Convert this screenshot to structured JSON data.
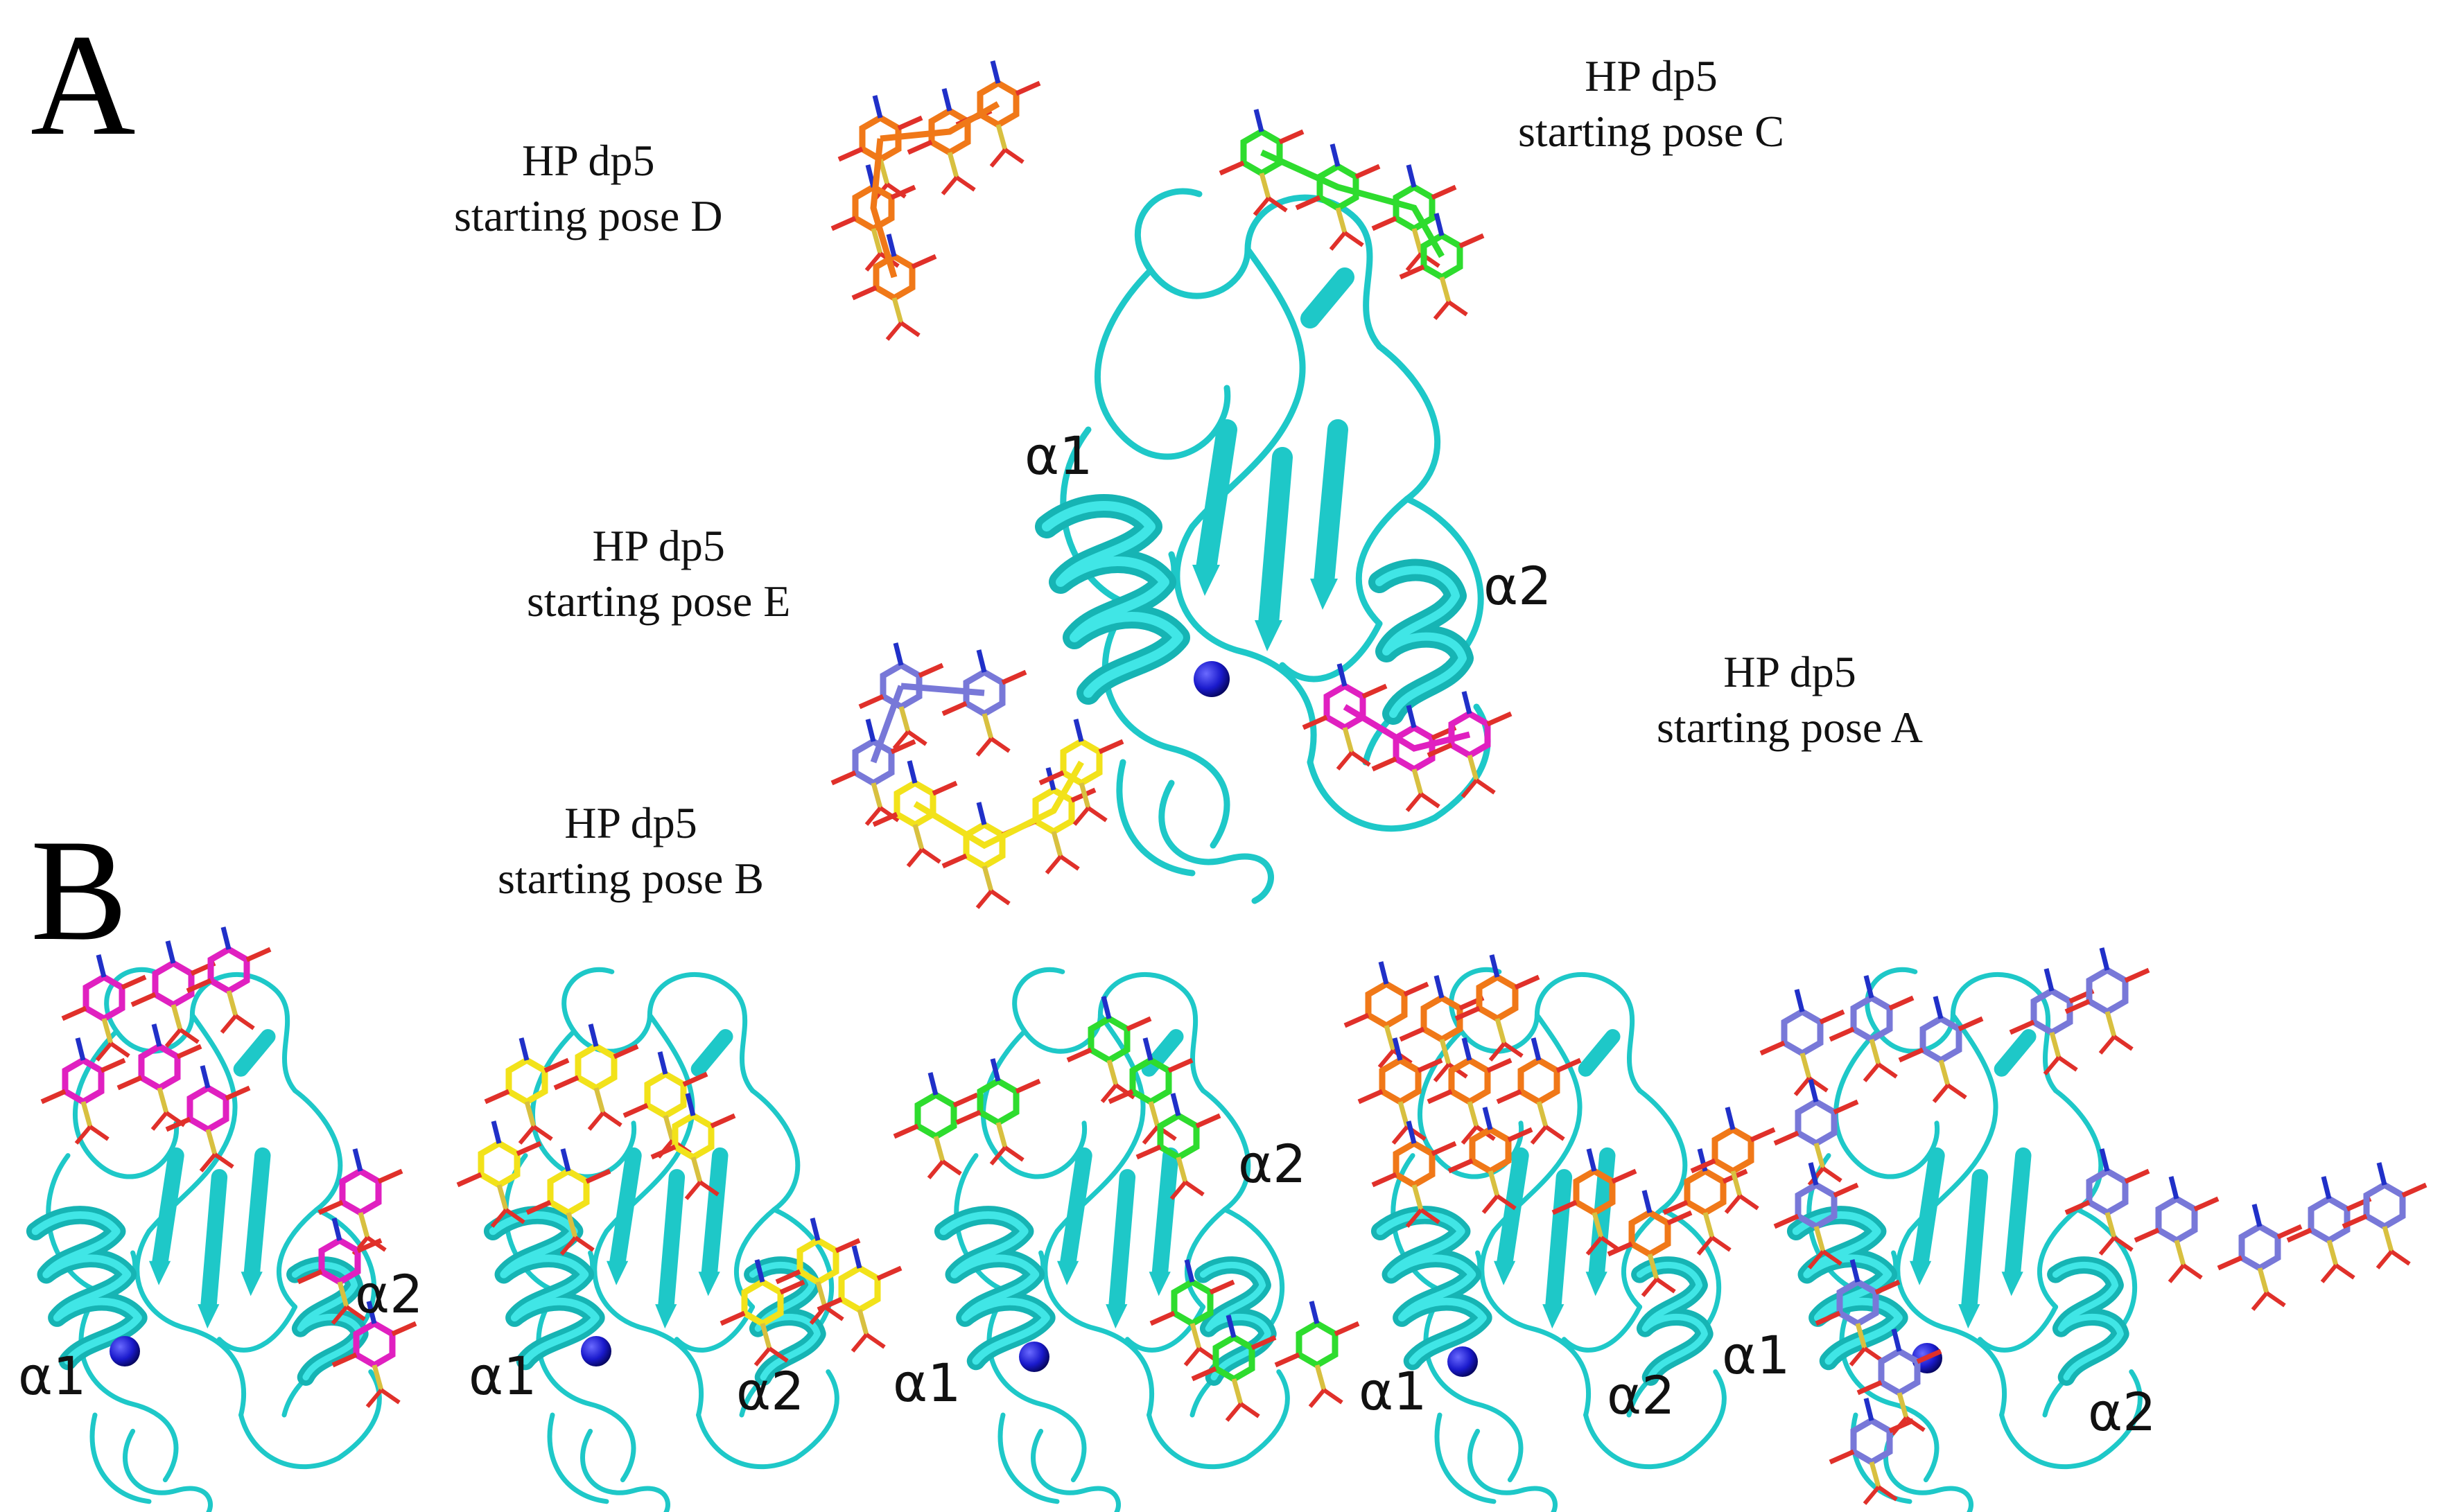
{
  "panels": {
    "a": "A",
    "b": "B"
  },
  "poses": {
    "c": {
      "line1": "HP dp5",
      "line2": "starting pose C"
    },
    "d": {
      "line1": "HP dp5",
      "line2": "starting pose D"
    },
    "e": {
      "line1": "HP dp5",
      "line2": "starting pose E"
    },
    "a": {
      "line1": "HP dp5",
      "line2": "starting pose A"
    },
    "b": {
      "line1": "HP dp5",
      "line2": "starting pose B"
    }
  },
  "helices": {
    "alpha1": "α1",
    "alpha2": "α2"
  },
  "colors": {
    "protein": "#1ec8c8",
    "ion": "#1a1acc",
    "pose_a": "#e020c0",
    "pose_b": "#f2e21a",
    "pose_c": "#2edc2e",
    "pose_d": "#f07818",
    "pose_e": "#7878d8",
    "oxygen": "#e0302a",
    "sulfur": "#d8c040",
    "nitrogen": "#2030c8"
  },
  "icons": [
    "protein-cartoon",
    "metal-ion-sphere",
    "heparin-stick-model"
  ]
}
